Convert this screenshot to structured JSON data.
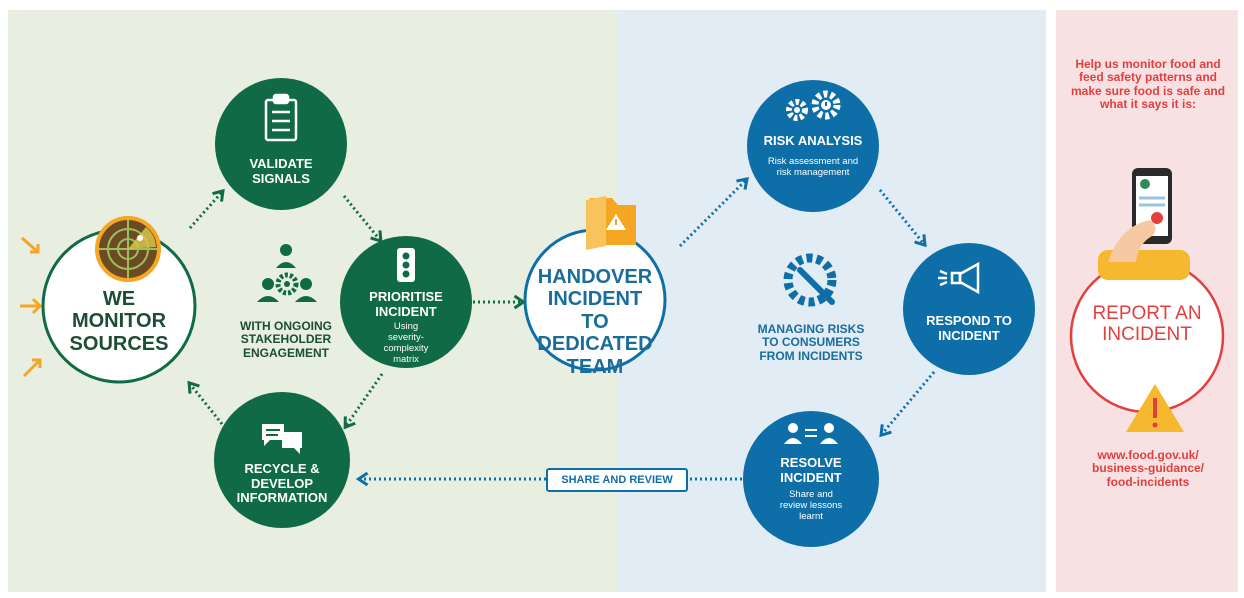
{
  "colors": {
    "green": "#0f6a45",
    "blue": "#0e6fa8",
    "red": "#e23f3f",
    "orange": "#f5a623"
  },
  "monitor": {
    "title": "WE MONITOR SOURCES",
    "icon": "radar-icon"
  },
  "validate": {
    "title": "VALIDATE SIGNALS",
    "icon": "clipboard-checklist-icon"
  },
  "stakeholder": {
    "title": "WITH ONGOING STAKEHOLDER ENGAGEMENT",
    "icon": "people-gear-icon"
  },
  "prioritise": {
    "title": "PRIORITISE INCIDENT",
    "subtitle": "Using severity-complexity matrix",
    "icon": "traffic-light-icon"
  },
  "recycle": {
    "title": "RECYCLE & DEVELOP INFORMATION",
    "icon": "chat-bubbles-icon"
  },
  "handover": {
    "title": "HANDOVER INCIDENT TO DEDICATED TEAM",
    "icon": "folder-warning-icon"
  },
  "risk": {
    "title": "RISK ANALYSIS",
    "subtitle": "Risk assessment and risk management",
    "icon": "gears-alert-icon"
  },
  "managing": {
    "title": "MANAGING RISKS TO CONSUMERS FROM INCIDENTS",
    "icon": "wrench-gear-icon"
  },
  "respond": {
    "title": "RESPOND TO INCIDENT",
    "icon": "megaphone-icon"
  },
  "resolve": {
    "title": "RESOLVE INCIDENT",
    "subtitle": "Share and review lessons learnt",
    "icon": "people-exchange-icon"
  },
  "share_review": "SHARE AND REVIEW",
  "report": {
    "intro": "Help us monitor food and feed safety patterns and make sure food is safe and what it says it is:",
    "title": "REPORT AN INCIDENT",
    "url": "www.food.gov.uk/ business-guidance/ food-incidents",
    "icon": "phone-tap-icon",
    "warning_icon": "warning-triangle-icon"
  }
}
